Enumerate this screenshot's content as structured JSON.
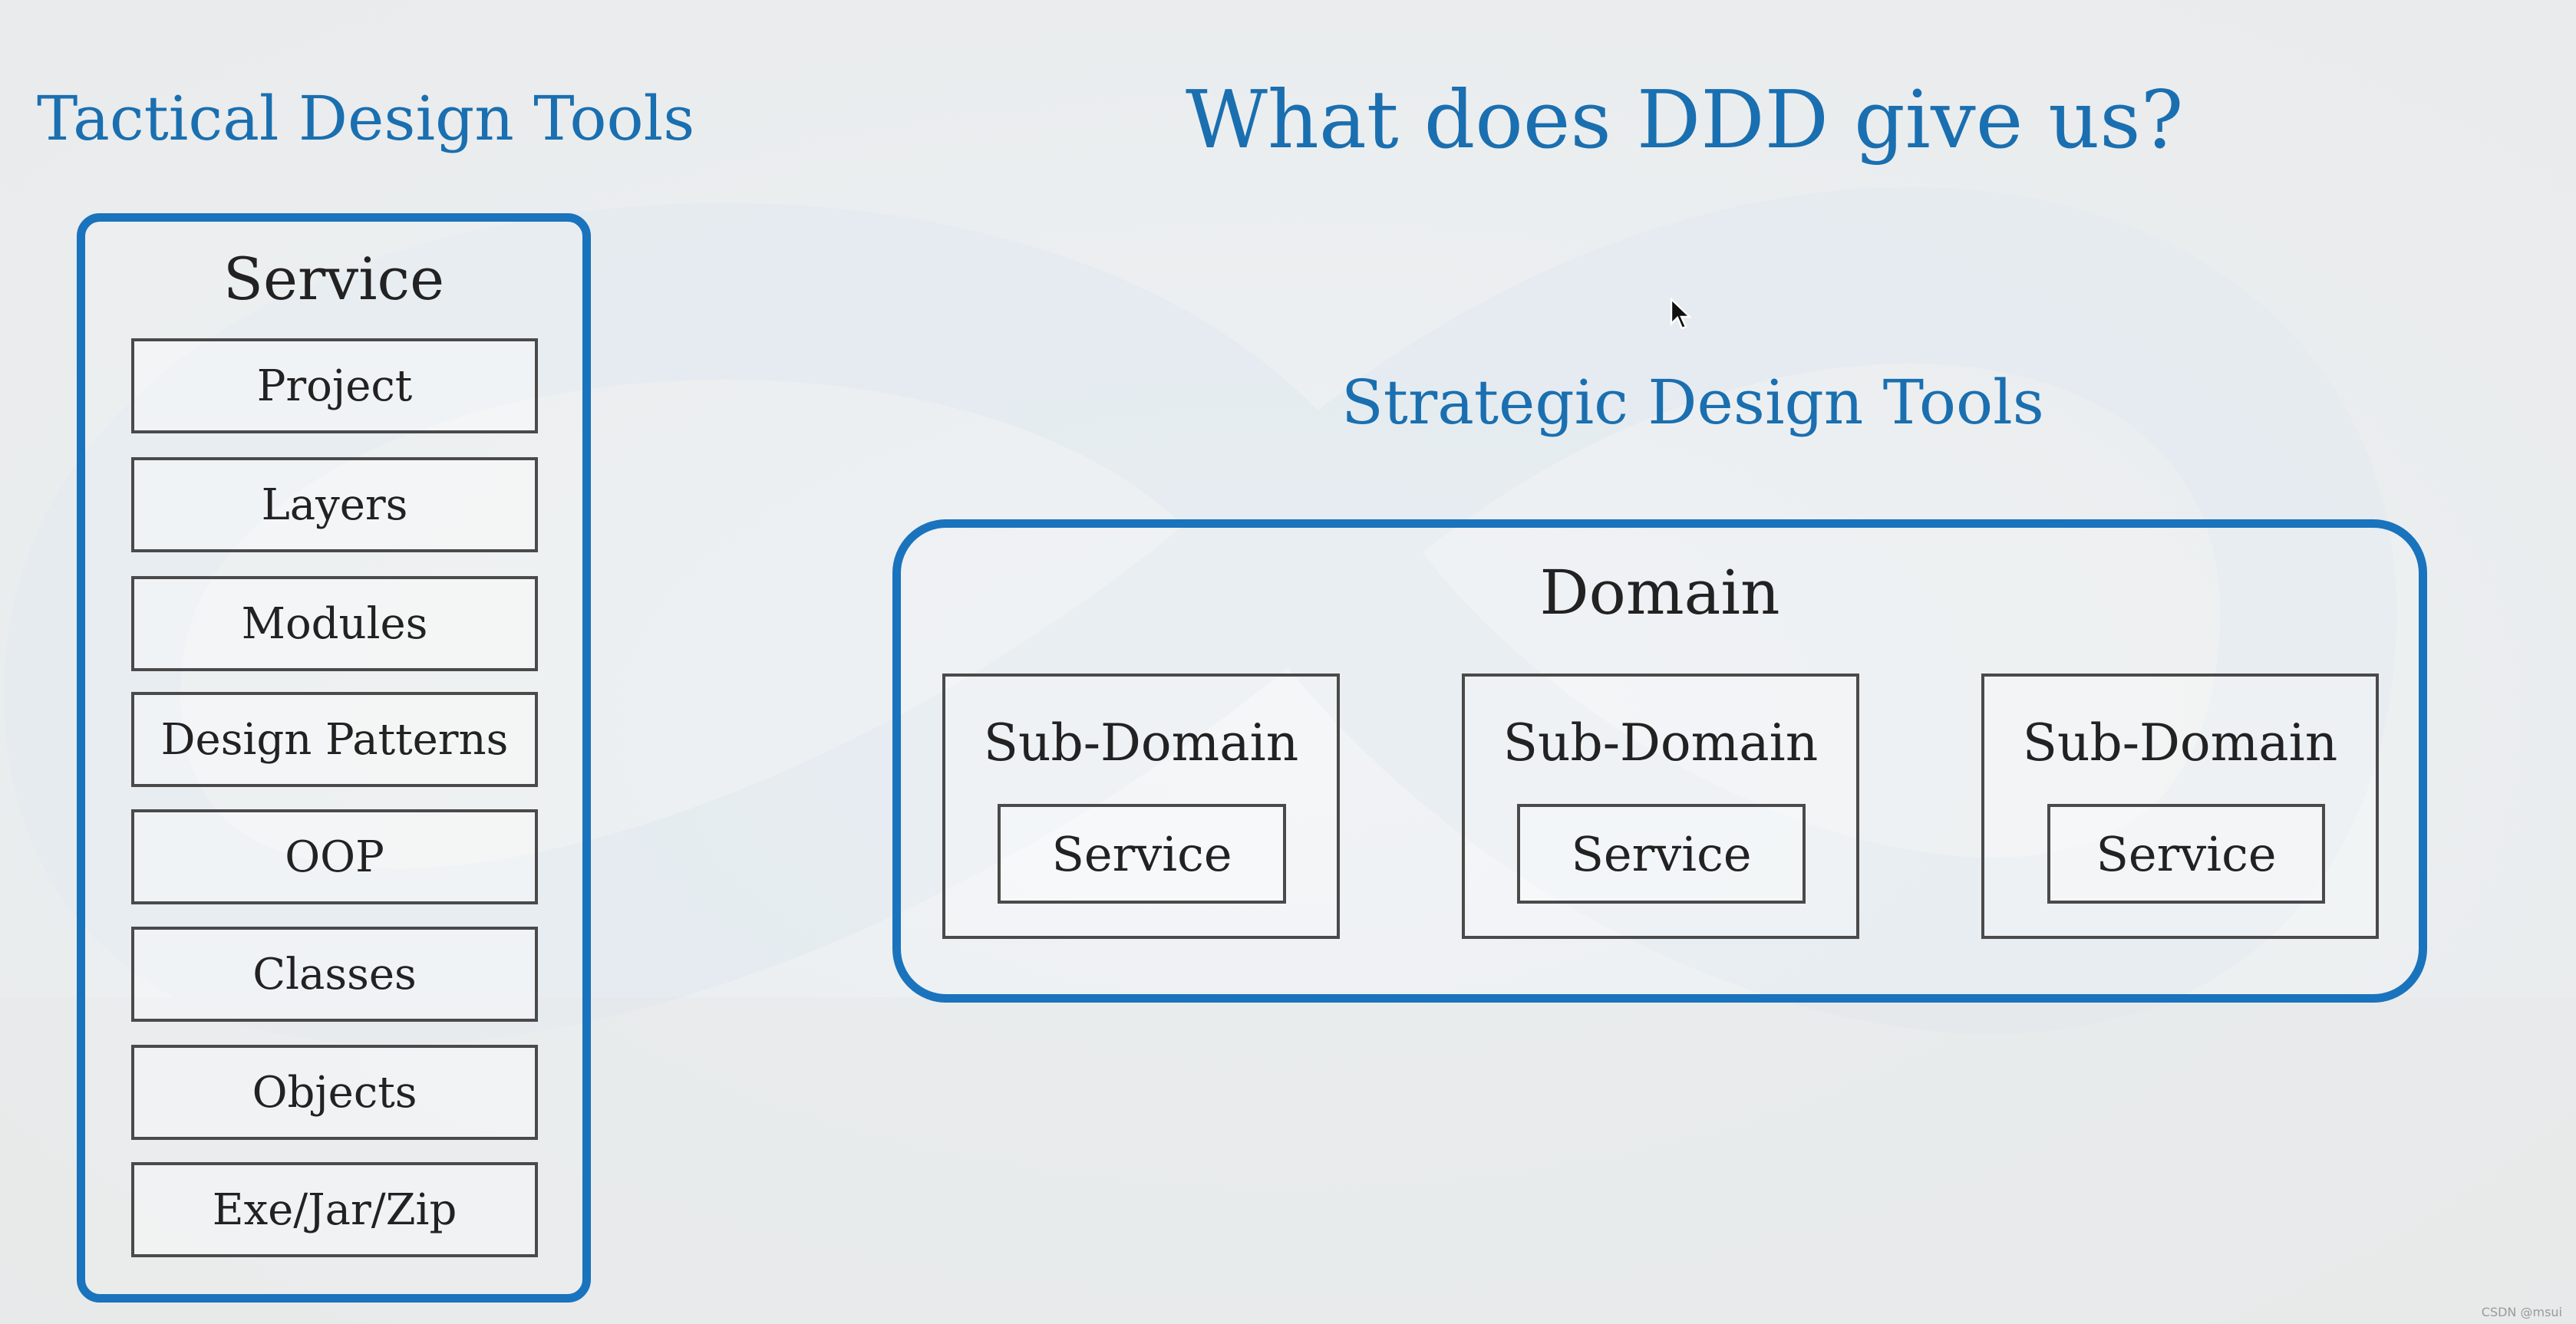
{
  "title": "What does DDD give us?",
  "tactical": {
    "heading": "Tactical Design Tools",
    "container_label": "Service",
    "layers": [
      "Project",
      "Layers",
      "Modules",
      "Design Patterns",
      "OOP",
      "Classes",
      "Objects",
      "Exe/Jar/Zip"
    ]
  },
  "strategic": {
    "heading": "Strategic Design Tools",
    "domain_label": "Domain",
    "subdomains": [
      {
        "label": "Sub-Domain",
        "service": "Service"
      },
      {
        "label": "Sub-Domain",
        "service": "Service"
      },
      {
        "label": "Sub-Domain",
        "service": "Service"
      }
    ]
  },
  "watermark": "CSDN @msui",
  "colors": {
    "accent": "#1a73bd",
    "heading": "#1a6fb0",
    "box_border": "#4a4a4a",
    "text": "#222222"
  }
}
